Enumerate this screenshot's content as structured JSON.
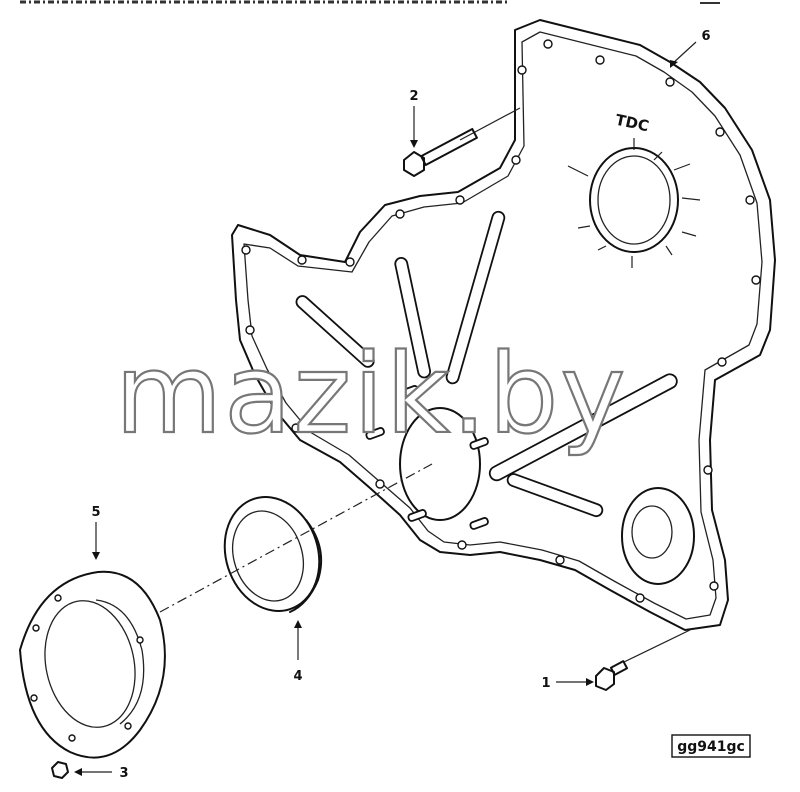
{
  "diagram": {
    "callouts": {
      "part1": "1",
      "part2": "2",
      "part3": "3",
      "part4": "4",
      "part5": "5",
      "part6": "6"
    },
    "cover_marking": "TDC",
    "watermark": "mazik.by",
    "figure_code": "gg941gc"
  }
}
